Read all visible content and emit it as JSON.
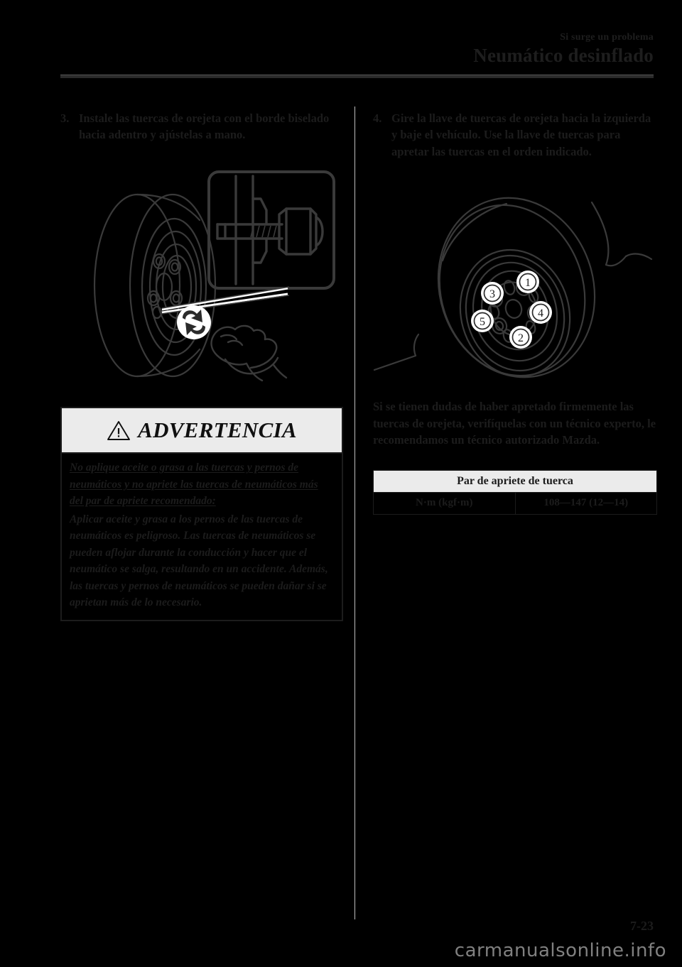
{
  "header": {
    "section": "Si surge un problema",
    "title": "Neumático desinflado"
  },
  "left_column": {
    "step": {
      "number": "3.",
      "text": "Instale las tuercas de orejeta con el borde biselado hacia adentro y ajústelas a mano."
    },
    "figure": {
      "name": "wheel-lugnut-bevel-illustration",
      "description": "Rueda con tuercas de orejeta, mano instalando tuerca y detalle ampliado del borde biselado"
    },
    "warning": {
      "icon": "warning-triangle-icon",
      "heading": "ADVERTENCIA",
      "lead": "No aplique aceite o grasa a las tuercas y pernos de neumáticos y no apriete las tuercas de neumáticos más del par de apriete recomendado:",
      "body": "Aplicar aceite y grasa a los pernos de las tuercas de neumáticos es peligroso. Las tuercas de neumáticos se pueden aflojar durante la conducción y hacer que el neumático se salga, resultando en un accidente. Además, las tuercas y pernos de neumáticos se pueden dañar si se aprietan más de lo necesario."
    }
  },
  "right_column": {
    "step": {
      "number": "4.",
      "text": "Gire la llave de tuercas de orejeta hacia la izquierda y baje el vehículo. Use la llave de tuercas para apretar las tuercas en el orden indicado."
    },
    "figure": {
      "name": "lugnut-tightening-order-illustration",
      "description": "Rueda con el orden de apriete de las tuercas de orejeta",
      "callouts": [
        "1",
        "3",
        "4",
        "5",
        "2"
      ]
    },
    "note": "Si se tienen dudas de haber apretado firmemente las tuercas de orejeta, verifíquelas con un técnico experto, le recomendamos un técnico autorizado Mazda.",
    "table": {
      "title": "Par de apriete de tuerca",
      "rows": [
        {
          "label": "N·m (kgf·m)",
          "value": "108—147 (12—14)"
        }
      ]
    }
  },
  "footer": {
    "page_number": "7-23",
    "watermark": "carmanualsonline.info"
  },
  "colors": {
    "page_background": "#000000",
    "text": "#1c1c1c",
    "band_fill": "#ebebeb",
    "divider": "#bfbfbf",
    "watermark": "#808080"
  }
}
